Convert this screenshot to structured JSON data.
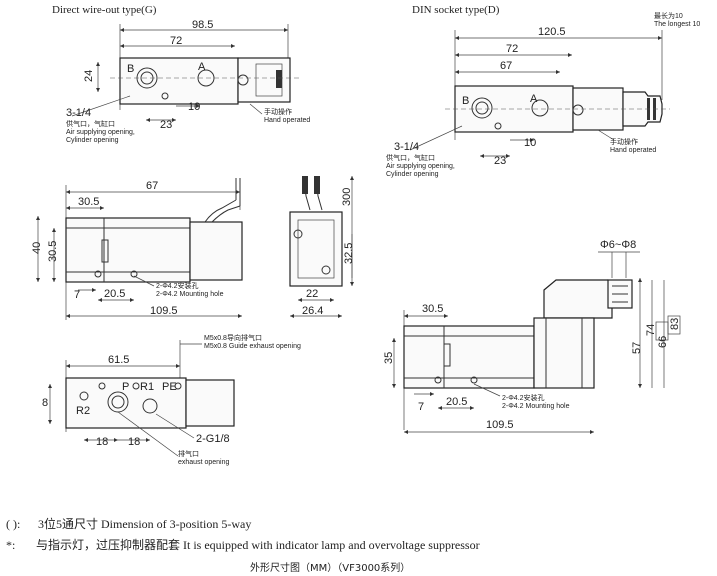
{
  "views": {
    "direct_wire_title": "Direct wire-out type(G)",
    "din_title": "DIN socket type(D)"
  },
  "dims": {
    "g_98_5": "98.5",
    "g_72": "72",
    "g_24": "24",
    "g_10": "10",
    "g_23": "23",
    "g_port": "3-1/4",
    "d_120_5": "120.5",
    "d_72": "72",
    "d_67": "67",
    "d_10": "10",
    "d_23": "23",
    "d_port": "3-1/4",
    "d_longest_cn": "最长为10",
    "d_longest_en": "The longest 10",
    "s_67": "67",
    "s_30_5": "30.5",
    "s_40": "40",
    "s_30_5v": "30.5",
    "s_7": "7",
    "s_20_5": "20.5",
    "s_109_5": "109.5",
    "s_hole_cn": "2-Φ4.2安装孔",
    "s_hole_en": "2-Φ4.2 Mounting hole",
    "e_300": "300",
    "e_32_5": "32.5",
    "e_22": "22",
    "e_26_4": "26.4",
    "b_61_5": "61.5",
    "b_8": "8",
    "b_18a": "18",
    "b_18b": "18",
    "b_g18": "2-G1/8",
    "b_m5_cn": "M5x0.8导向排气口",
    "b_m5_en": "M5x0.8 Guide exhaust opening",
    "b_exh_cn": "排气口",
    "b_exh_en": "exhaust opening",
    "r_phi": "Φ6~Φ8",
    "r_30_5": "30.5",
    "r_35": "35",
    "r_57": "57",
    "r_74": "74",
    "r_66": "66",
    "r_83": "83",
    "r_7": "7",
    "r_20_5": "20.5",
    "r_109_5": "109.5",
    "r_hole_cn": "2-Φ4.2安装孔",
    "r_hole_en": "2-Φ4.2 Mounting hole"
  },
  "labels": {
    "supply_cn": "供气口，气缸口",
    "supply_en1": "Air supplying opening,",
    "supply_en2": "Cylinder opening",
    "hand_cn": "手动操作",
    "hand_en": "Hand operated",
    "port_b": "B",
    "port_a": "A",
    "port_p": "P",
    "port_r1": "R1",
    "port_pe": "PE",
    "port_r2": "R2"
  },
  "notes": {
    "note1_prefix": "(  ):",
    "note1": "3位5通尺寸 Dimension of 3-position 5-way",
    "note2_prefix": "*:",
    "note2": "与指示灯，过压抑制器配套 It is equipped with indicator lamp and overvoltage suppressor",
    "caption": "外形尺寸图（MM）（VF3000系列）"
  }
}
